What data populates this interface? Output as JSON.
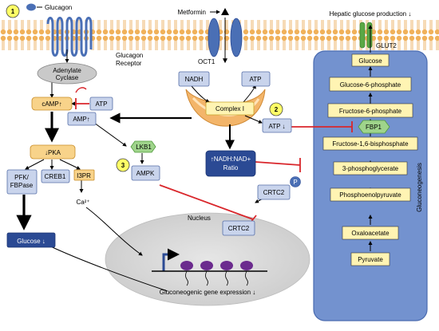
{
  "colors": {
    "membrane": "#f0b15a",
    "membrane_dark": "#e08c2a",
    "receptor_blue": "#4a6fb5",
    "cell_blue": "#7392cf",
    "cell_blue_dark": "#4a6bb0",
    "box_blue": "#c9d4ec",
    "box_blue_border": "#556ea8",
    "dark_blue": "#2b4a94",
    "yellow": "#fff4b3",
    "orange_box": "#f8d38a",
    "badge_yellow": "#ffff66",
    "green": "#9fd48b",
    "nucleus_gray": "#d6d6d6",
    "inhibit_red": "#d9262b",
    "dna_purple": "#6b2b8e",
    "mito_orange": "#f3b56a"
  },
  "labels": {
    "glucagon": "Glucagon",
    "glucagon_receptor_line1": "Glucagon",
    "glucagon_receptor_line2": "Receptor",
    "metformin": "Metformin",
    "oct1": "OCT1",
    "hepatic_glucose": "Hepatic glucose production ↓",
    "glut2": "GLUT2",
    "adenylate_line1": "Adenylate",
    "adenylate_line2": "Cyclase",
    "camp": "cAMP↑",
    "atp_left": "ATP",
    "amp": "AMP↑",
    "nadh": "NADH",
    "atp_mito": "ATP",
    "complex1": "Complex I",
    "atp_down": "ATP ↓",
    "fbp1": "FBP1",
    "pka": "↓PKA",
    "lkb1": "LKB1",
    "ampk": "AMPK",
    "ratio_line1": "↑NADH:NAD+",
    "ratio_line2": "Ratio",
    "crtc2_p": "CRTC2",
    "p": "P",
    "crtc2_nucleus": "CRTC2",
    "nucleus": "Nucleus",
    "pfk_line1": "PFK/",
    "pfk_line2": "FBPase",
    "creb1": "CREB1",
    "i3pr": "I3PR",
    "ca": "Ca²⁺",
    "glucose_down": "Glucose ↓",
    "gene_expr": "Gluconeogenic gene expression ↓",
    "gluconeogenesis": "Gluconeogenesis"
  },
  "badges": [
    "1",
    "2",
    "3"
  ],
  "pathway": [
    "Glucose",
    "Glucose-6-phosphate",
    "Fructose-6-phosphate",
    "Fructose-1,6-bisphosphate",
    "3-phosphoglycerate",
    "Phosphoenolpyruvate",
    "Oxaloacetate",
    "Pyruvate"
  ]
}
